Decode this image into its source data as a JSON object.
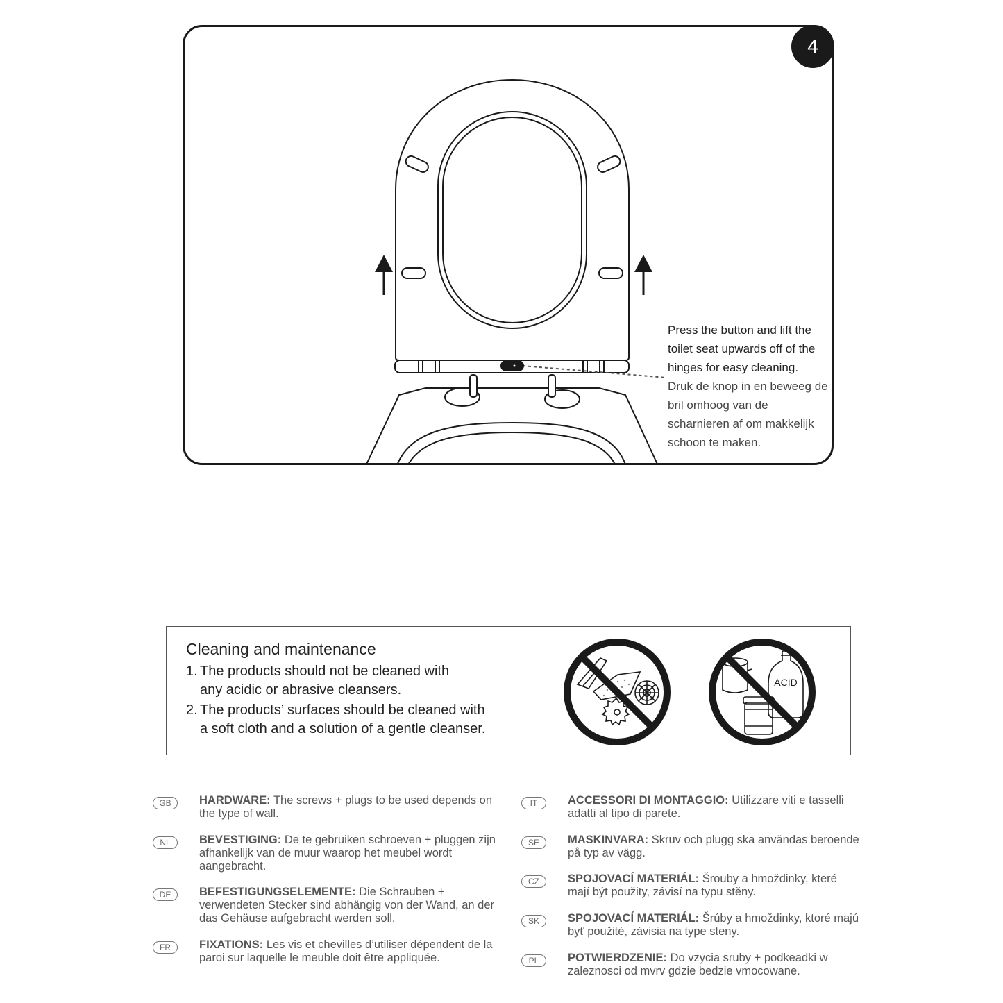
{
  "step": {
    "number": "4"
  },
  "instruction": {
    "en": "Press the button and lift the toilet seat upwards off of the hinges for easy cleaning.",
    "nl": "Druk de knop in en beweeg de bril omhoog van de scharnieren af om makkelijk schoon te maken."
  },
  "icons": [
    "arrow-up-icon",
    "no-abrasive-tools-icon",
    "no-acid-cleanser-icon"
  ],
  "care": {
    "title": "Cleaning and maintenance",
    "items": [
      {
        "num": "1.",
        "line1": "The products should not be cleaned with",
        "line2": "any acidic or abrasive cleansers."
      },
      {
        "num": "2.",
        "line1": "The products’ surfaces should be cleaned with",
        "line2": "a soft cloth and a solution of a gentle cleanser."
      }
    ],
    "acid_label": "ACID"
  },
  "hardware": [
    {
      "code": "GB",
      "label": "HARDWARE:",
      "text": " The screws + plugs to be used depends on the type of wall."
    },
    {
      "code": "NL",
      "label": "BEVESTIGING:",
      "text": " De te gebruiken schroeven + pluggen zijn afhankelijk van de muur waarop het meubel wordt aangebracht."
    },
    {
      "code": "DE",
      "label": "BEFESTIGUNGSELEMENTE:",
      "text": " Die Schrauben + verwendeten Stecker sind abhängig von der Wand, an der das Gehäuse aufgebracht werden soll."
    },
    {
      "code": "FR",
      "label": "FIXATIONS:",
      "text": " Les vis et chevilles d’utiliser dépendent de la paroi sur laquelle le meuble doit être appliquée."
    },
    {
      "code": "IT",
      "label": "ACCESSORI DI MONTAGGIO:",
      "text": " Utilizzare viti e tasselli adatti al tipo di parete."
    },
    {
      "code": "SE",
      "label": "MASKINVARA:",
      "text": " Skruv och plugg ska användas beroende på typ av vägg."
    },
    {
      "code": "CZ",
      "label": "SPOJOVACÍ MATERIÁL:",
      "text": " Šrouby a hmoždinky, které mají být použity, závisí na typu stěny."
    },
    {
      "code": "SK",
      "label": "SPOJOVACÍ MATERIÁL:",
      "text": " Šrúby a hmoždinky, ktoré majú byť použité, závisia na type steny."
    },
    {
      "code": "PL",
      "label": "POTWIERDZENIE:",
      "text": " Do vzycia sruby + podkeadki w zaleznosci od mvrv gdzie bedzie vmocowane."
    }
  ]
}
